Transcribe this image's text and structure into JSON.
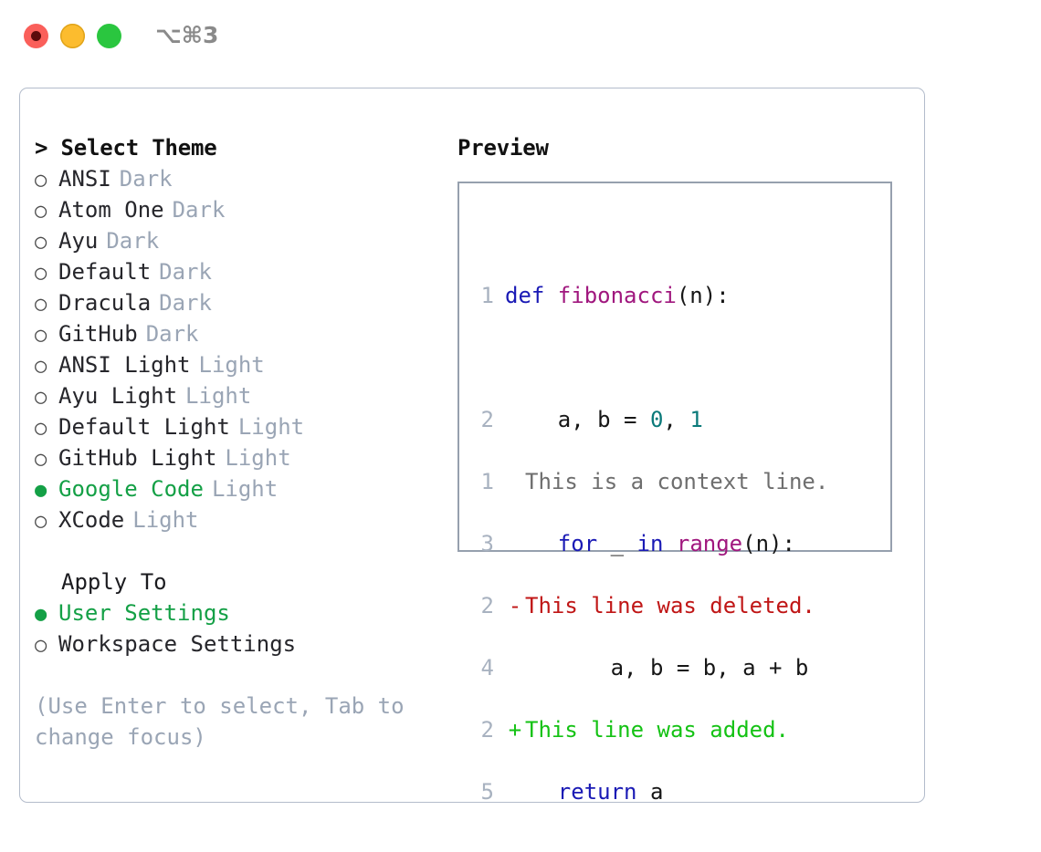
{
  "titlebar": {
    "shortcut": "⌥⌘3",
    "buttons": [
      {
        "name": "close",
        "color": "#fa5f5a"
      },
      {
        "name": "minimize",
        "color": "#fcbc2e"
      },
      {
        "name": "maximize",
        "color": "#2ac63f"
      }
    ]
  },
  "theme_picker": {
    "header": "> Select Theme",
    "marker_selected": "●",
    "marker_unselected": "○",
    "accent_color": "#14a046",
    "tag_color": "#9aa5b5",
    "items": [
      {
        "label": "ANSI",
        "tag": "Dark",
        "selected": false
      },
      {
        "label": "Atom One",
        "tag": "Dark",
        "selected": false
      },
      {
        "label": "Ayu",
        "tag": "Dark",
        "selected": false
      },
      {
        "label": "Default",
        "tag": "Dark",
        "selected": false
      },
      {
        "label": "Dracula",
        "tag": "Dark",
        "selected": false
      },
      {
        "label": "GitHub",
        "tag": "Dark",
        "selected": false
      },
      {
        "label": "ANSI Light",
        "tag": "Light",
        "selected": false
      },
      {
        "label": "Ayu Light",
        "tag": "Light",
        "selected": false
      },
      {
        "label": "Default Light",
        "tag": "Light",
        "selected": false
      },
      {
        "label": "GitHub Light",
        "tag": "Light",
        "selected": false
      },
      {
        "label": "Google Code",
        "tag": "Light",
        "selected": true
      },
      {
        "label": "XCode",
        "tag": "Light",
        "selected": false
      }
    ]
  },
  "apply_to": {
    "header": "Apply To",
    "options": [
      {
        "label": "User Settings",
        "selected": true
      },
      {
        "label": "Workspace Settings",
        "selected": false
      }
    ]
  },
  "hint": "(Use Enter to select, Tab to change focus)",
  "preview": {
    "header": "Preview",
    "border_color": "#96a0ae",
    "code": [
      {
        "lineno": "1",
        "tokens": [
          {
            "text": "def ",
            "kind": "kw"
          },
          {
            "text": "fibonacci",
            "kind": "fn"
          },
          {
            "text": "(n):",
            "kind": "txt"
          }
        ]
      },
      {
        "lineno": "2",
        "tokens": [
          {
            "text": "    a, b = ",
            "kind": "txt"
          },
          {
            "text": "0",
            "kind": "num"
          },
          {
            "text": ", ",
            "kind": "txt"
          },
          {
            "text": "1",
            "kind": "num"
          }
        ]
      },
      {
        "lineno": "3",
        "tokens": [
          {
            "text": "    for",
            "kind": "kw"
          },
          {
            "text": " _ ",
            "kind": "txt"
          },
          {
            "text": "in ",
            "kind": "kw"
          },
          {
            "text": "range",
            "kind": "fn"
          },
          {
            "text": "(n):",
            "kind": "txt"
          }
        ]
      },
      {
        "lineno": "4",
        "tokens": [
          {
            "text": "        a, b = b, a + b",
            "kind": "txt"
          }
        ]
      },
      {
        "lineno": "5",
        "tokens": [
          {
            "text": "    return",
            "kind": "kw"
          },
          {
            "text": " a",
            "kind": "txt"
          }
        ]
      }
    ],
    "diff": [
      {
        "lineno": "1",
        "sign": " ",
        "text": "This is a context line.",
        "kind": "ctx"
      },
      {
        "lineno": "2",
        "sign": "-",
        "text": "This line was deleted.",
        "kind": "del"
      },
      {
        "lineno": "2",
        "sign": "+",
        "text": "This line was added.",
        "kind": "add"
      }
    ]
  }
}
